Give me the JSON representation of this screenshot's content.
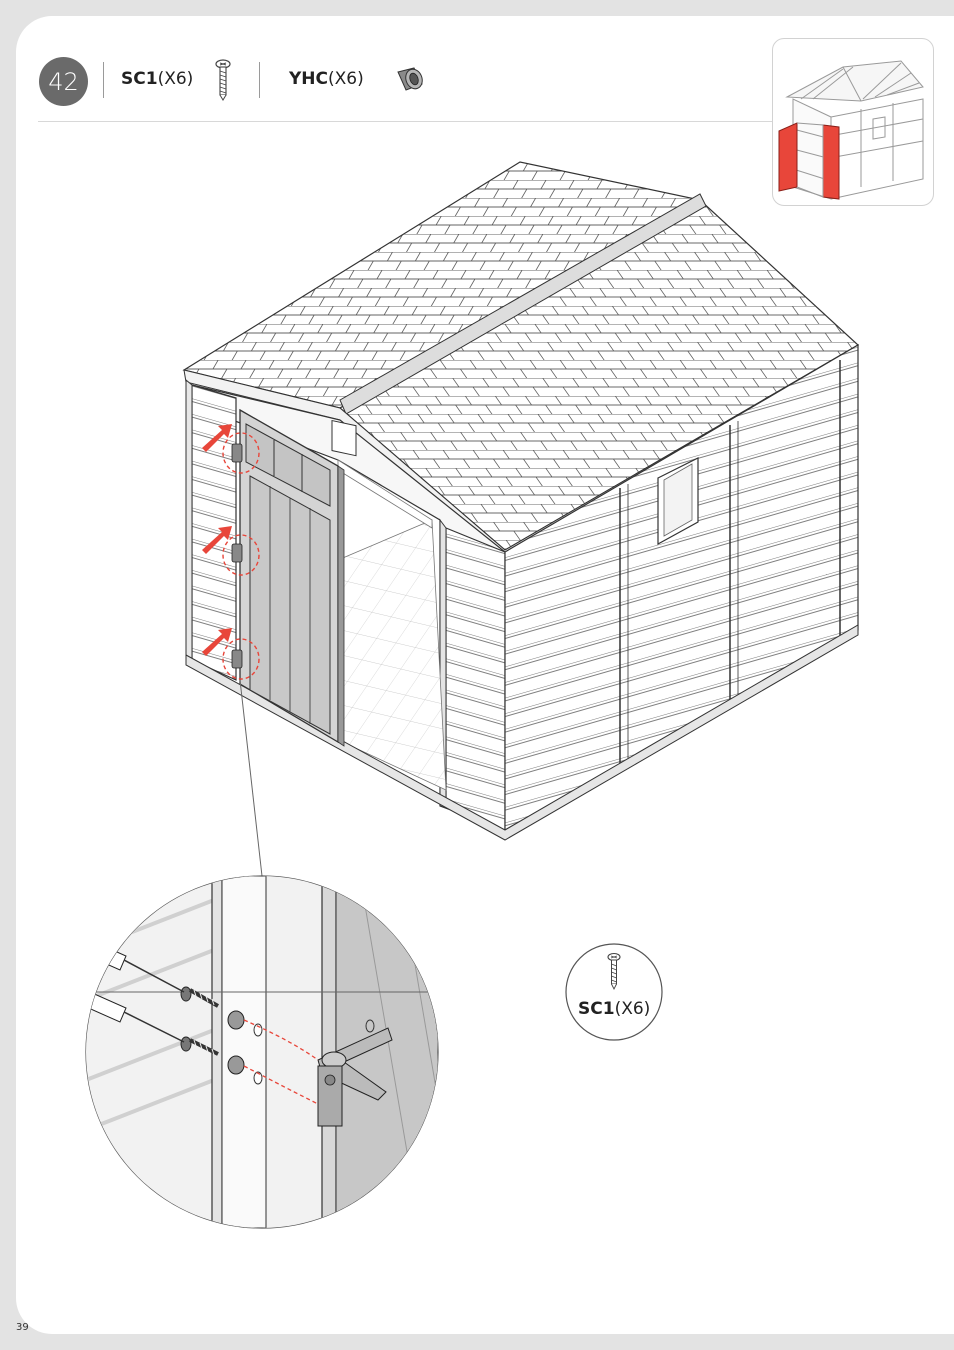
{
  "step": {
    "number": "42"
  },
  "parts": [
    {
      "code": "SC1",
      "qty": "(X6)",
      "icon": "screw-icon"
    },
    {
      "code": "YHC",
      "qty": "(X6)",
      "icon": "cap-icon"
    }
  ],
  "callout": {
    "code": "SC1",
    "qty": "(X6)",
    "icon": "screw-icon"
  },
  "page_number": "39",
  "colors": {
    "highlight_red": "#e8463a",
    "line_gray": "#555555",
    "circle_gray": "#6a6a6a"
  }
}
